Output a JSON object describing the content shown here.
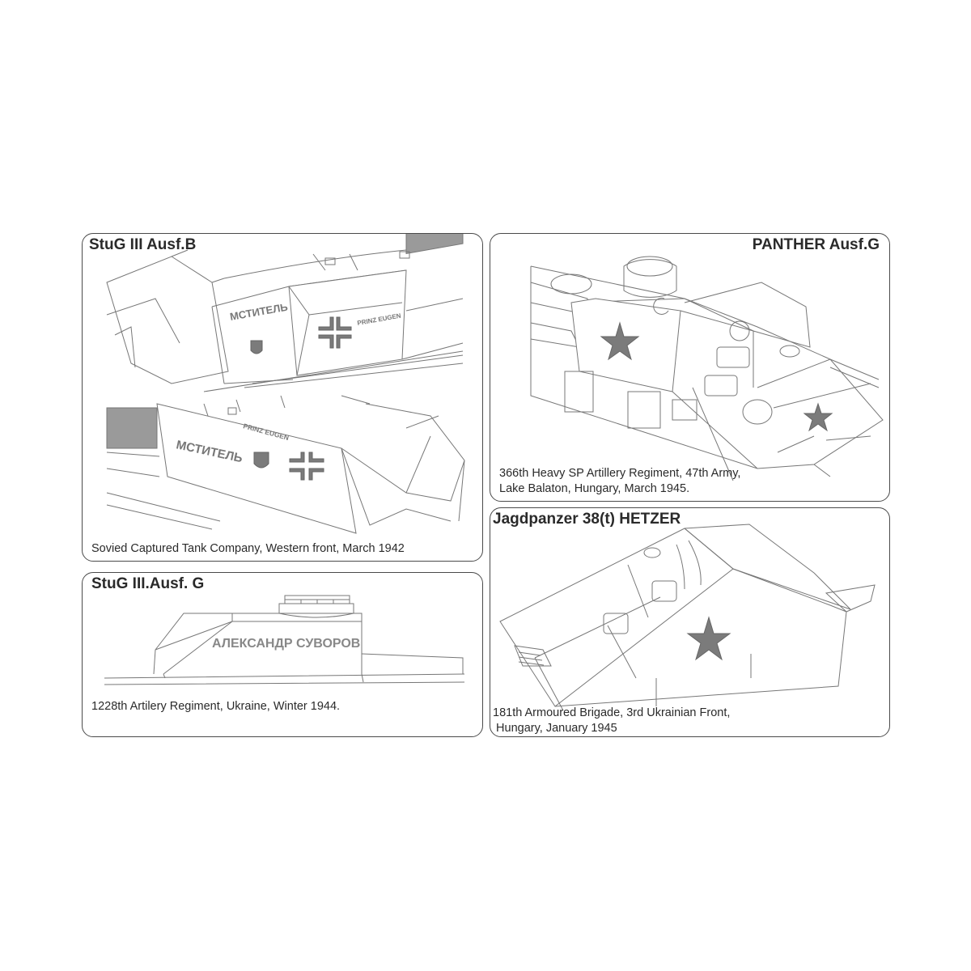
{
  "panels": [
    {
      "id": "stug-b",
      "title": "StuG III Ausf.B",
      "markings": [
        "МСТИТЕЛЬ",
        "PRINZ EUGEN"
      ],
      "caption": "Sovied Captured Tank Company, Western front, March 1942"
    },
    {
      "id": "stug-g",
      "title": "StuG III.Ausf. G",
      "markings": [
        "АЛЕКСАНДР СУВОРОВ"
      ],
      "caption": "1228th Artilery Regiment, Ukraine, Winter 1944."
    },
    {
      "id": "panther-g",
      "title": "PANTHER Ausf.G",
      "caption_lines": [
        "366th Heavy SP Artillery Regiment, 47th Army,",
        "Lake Balaton, Hungary, March 1945."
      ]
    },
    {
      "id": "hetzer",
      "title": "Jagdpanzer 38(t) HETZER",
      "caption_lines": [
        "181th Armoured Brigade, 3rd Ukrainian Front,",
        " Hungary, January 1945"
      ]
    }
  ],
  "colors": {
    "border": "#4a4a4a",
    "line_art": "#777777",
    "marking_gray": "#7b7b7b",
    "text": "#2a2a2a"
  }
}
